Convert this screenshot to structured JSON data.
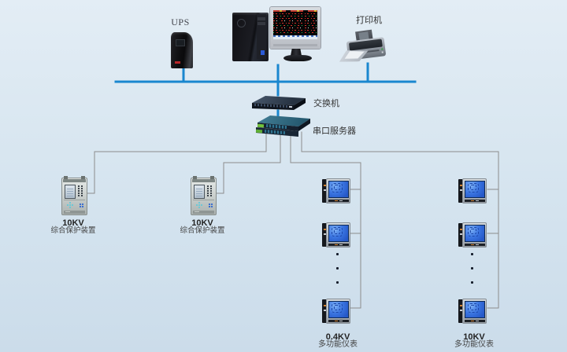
{
  "colors": {
    "bus_blue": "#1a87cf",
    "wire_gray": "#8c8c8c",
    "meter_screen_blue": "#3a74e0",
    "background_top": "#e3edf5",
    "background_bottom": "#cbdcea"
  },
  "nodes": {
    "ups": {
      "label": "UPS"
    },
    "printer": {
      "label": "打印机"
    },
    "switch": {
      "label": "交换机"
    },
    "serial_server": {
      "label": "串口服务器"
    },
    "protection_devices": [
      {
        "kv": "10KV",
        "name": "综合保护装置"
      },
      {
        "kv": "10KV",
        "name": "综合保护装置"
      }
    ],
    "meter_groups": [
      {
        "kv": "0.4KV",
        "name": "多功能仪表"
      },
      {
        "kv": "10KV",
        "name": "多功能仪表"
      }
    ]
  }
}
